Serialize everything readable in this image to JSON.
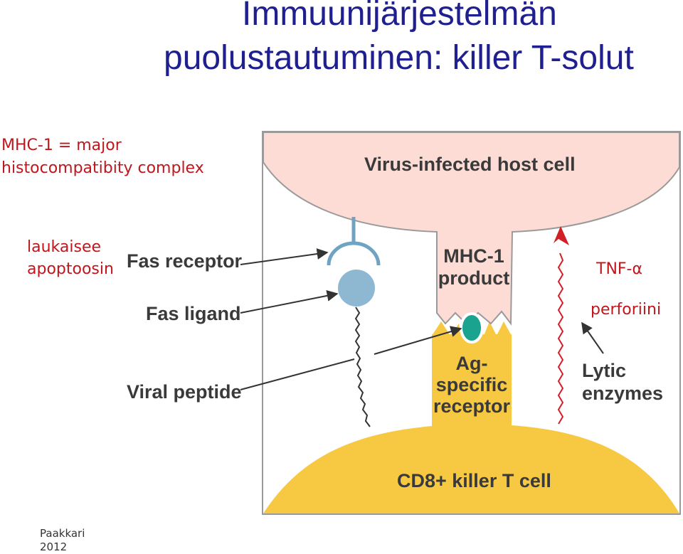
{
  "slide": {
    "title_line1": "Immuunijärjestelmän",
    "title_line2": "puolustautuminen: killer T-solut",
    "note_mhc_line1": "MHC-1 = major",
    "note_mhc_line2": "histocompatibity complex",
    "note_apoptosis_line1": "laukaisee",
    "note_apoptosis_line2": "apoptoosin",
    "note_tnf": "TNF-α",
    "note_perforin": "perforiini",
    "footer_line1": "Paakkari",
    "footer_line2": "2012"
  },
  "diagram": {
    "host_cell": "Virus-infected host cell",
    "mhc_line1": "MHC-1",
    "mhc_line2": "product",
    "fas_receptor": "Fas receptor",
    "fas_ligand": "Fas ligand",
    "viral_peptide": "Viral peptide",
    "ag_line1": "Ag-",
    "ag_line2": "specific",
    "ag_line3": "receptor",
    "lytic_line1": "Lytic",
    "lytic_line2": "enzymes",
    "t_cell": "CD8+ killer T cell"
  },
  "colors": {
    "title": "#1f1f8f",
    "note": "#c0161c",
    "host_cell_fill": "#fddcd6",
    "t_cell_fill": "#f7c842",
    "fas_blue": "#8eb8d2",
    "peptide_teal": "#1aa38f",
    "arrow_red": "#d11f26"
  }
}
